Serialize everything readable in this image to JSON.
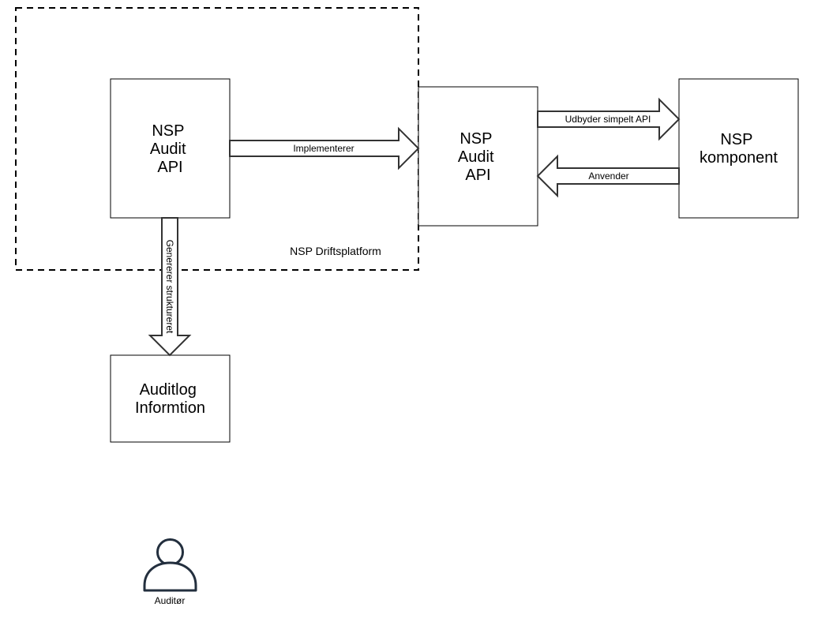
{
  "zone": {
    "label": "NSP Driftsplatform"
  },
  "boxes": {
    "inner_api": {
      "lines": [
        "NSP",
        "Audit",
        "API"
      ]
    },
    "outer_api": {
      "lines": [
        "NSP",
        "Audit",
        "API"
      ]
    },
    "component": {
      "lines": [
        "NSP",
        "komponent"
      ]
    },
    "auditlog": {
      "lines": [
        "Auditlog",
        "Informtion"
      ]
    }
  },
  "arrows": {
    "implements": "Implementerer",
    "provides": "Udbyder simpelt API",
    "uses": "Anvender",
    "generates": "Genererer struktureret"
  },
  "actor": {
    "label": "Auditør",
    "icon": "person-icon"
  }
}
